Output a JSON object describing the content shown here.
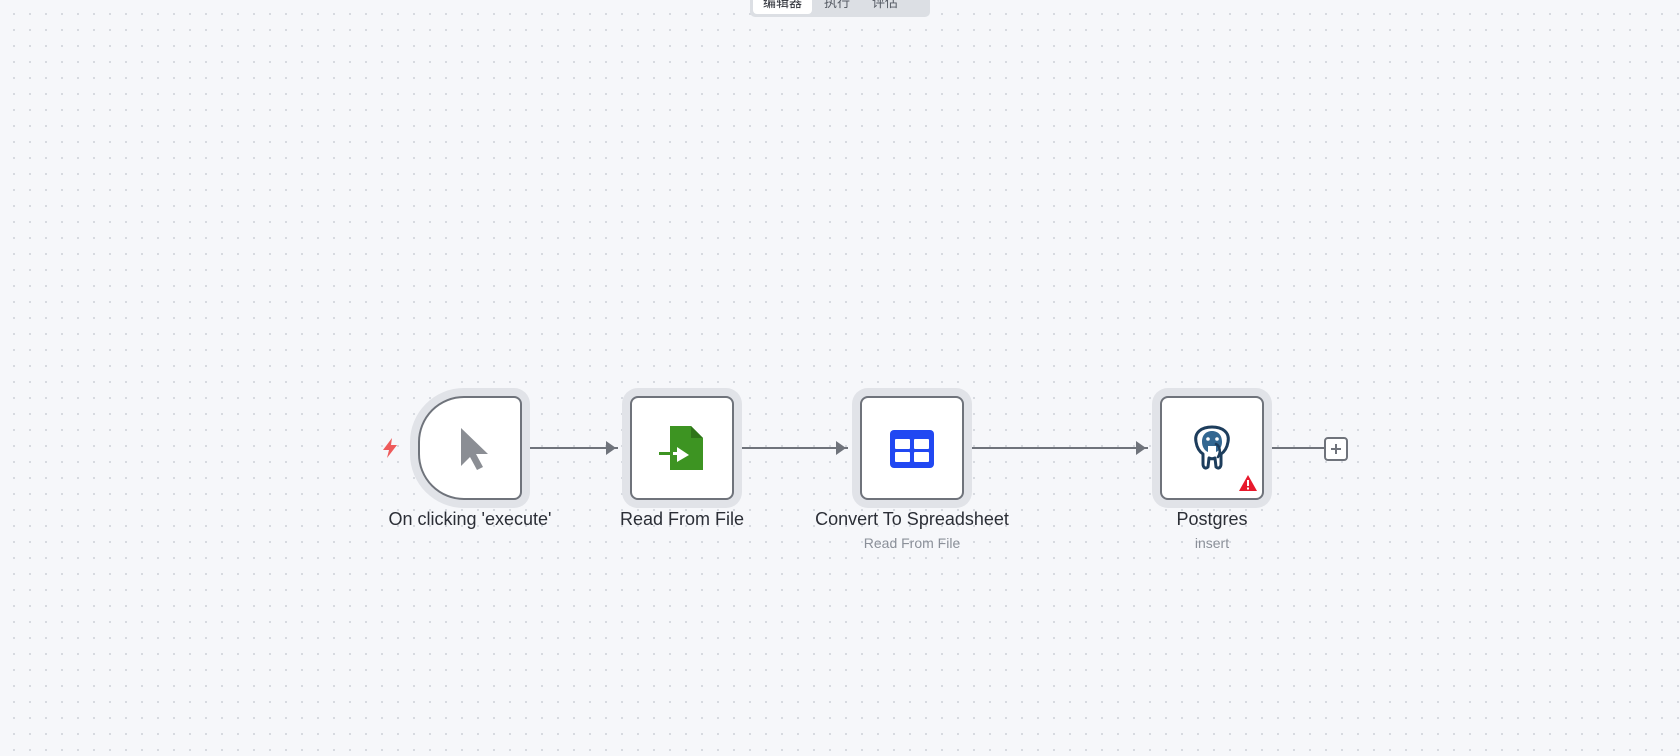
{
  "tabs": [
    {
      "label": "编辑器",
      "active": true
    },
    {
      "label": "执行",
      "active": false
    },
    {
      "label": "评估",
      "active": false
    }
  ],
  "nodes": [
    {
      "name": "On clicking 'execute'",
      "subtitle": "",
      "icon": "cursor-arrow-icon",
      "type": "trigger"
    },
    {
      "name": "Read From File",
      "subtitle": "",
      "icon": "file-import-icon",
      "color": "#3d9422"
    },
    {
      "name": "Convert To Spreadsheet",
      "subtitle": "Read From File",
      "icon": "spreadsheet-grid-icon",
      "color": "#2148f2"
    },
    {
      "name": "Postgres",
      "subtitle": "insert",
      "icon": "postgres-elephant-icon",
      "color": "#336791",
      "warning": true,
      "warning_color": "#e8192c"
    }
  ],
  "colors": {
    "connection": "#6f737b",
    "trigger_bolt": "#ee5a5a",
    "canvas": "#f6f7fa"
  }
}
